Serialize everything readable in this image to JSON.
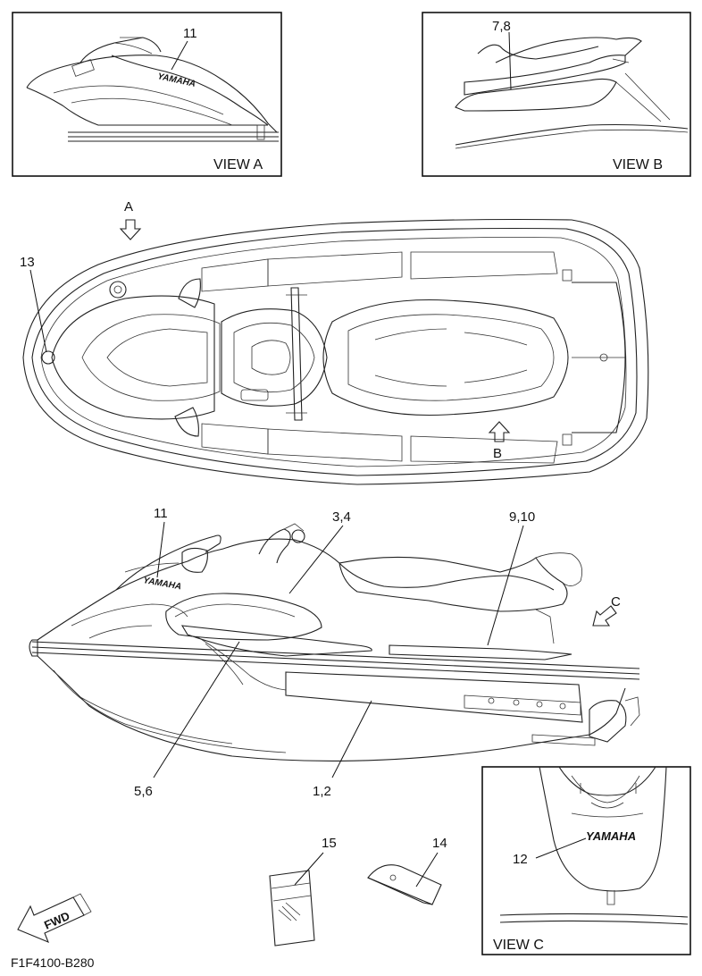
{
  "views": {
    "a": {
      "label": "VIEW A",
      "callout": "11"
    },
    "b": {
      "label": "VIEW B",
      "callout": "7,8"
    },
    "c": {
      "label": "VIEW C",
      "callout": "12",
      "brand": "YAMAHA"
    }
  },
  "top_view": {
    "arrow_a": "A",
    "arrow_b": "B",
    "callout_13": "13"
  },
  "side_view": {
    "callout_11": "11",
    "callout_3_4": "3,4",
    "callout_9_10": "9,10",
    "callout_5_6": "5,6",
    "callout_1_2": "1,2",
    "arrow_c": "C",
    "brand": "YAMAHA"
  },
  "parts": {
    "callout_15": "15",
    "callout_14": "14"
  },
  "fwd_label": "FWD",
  "brand_view_a": "YAMAHA",
  "drawing_code": "F1F4100-B280",
  "icons": [
    "fwd-arrow-icon",
    "down-arrow-icon",
    "up-arrow-icon",
    "diagonal-arrow-icon"
  ]
}
